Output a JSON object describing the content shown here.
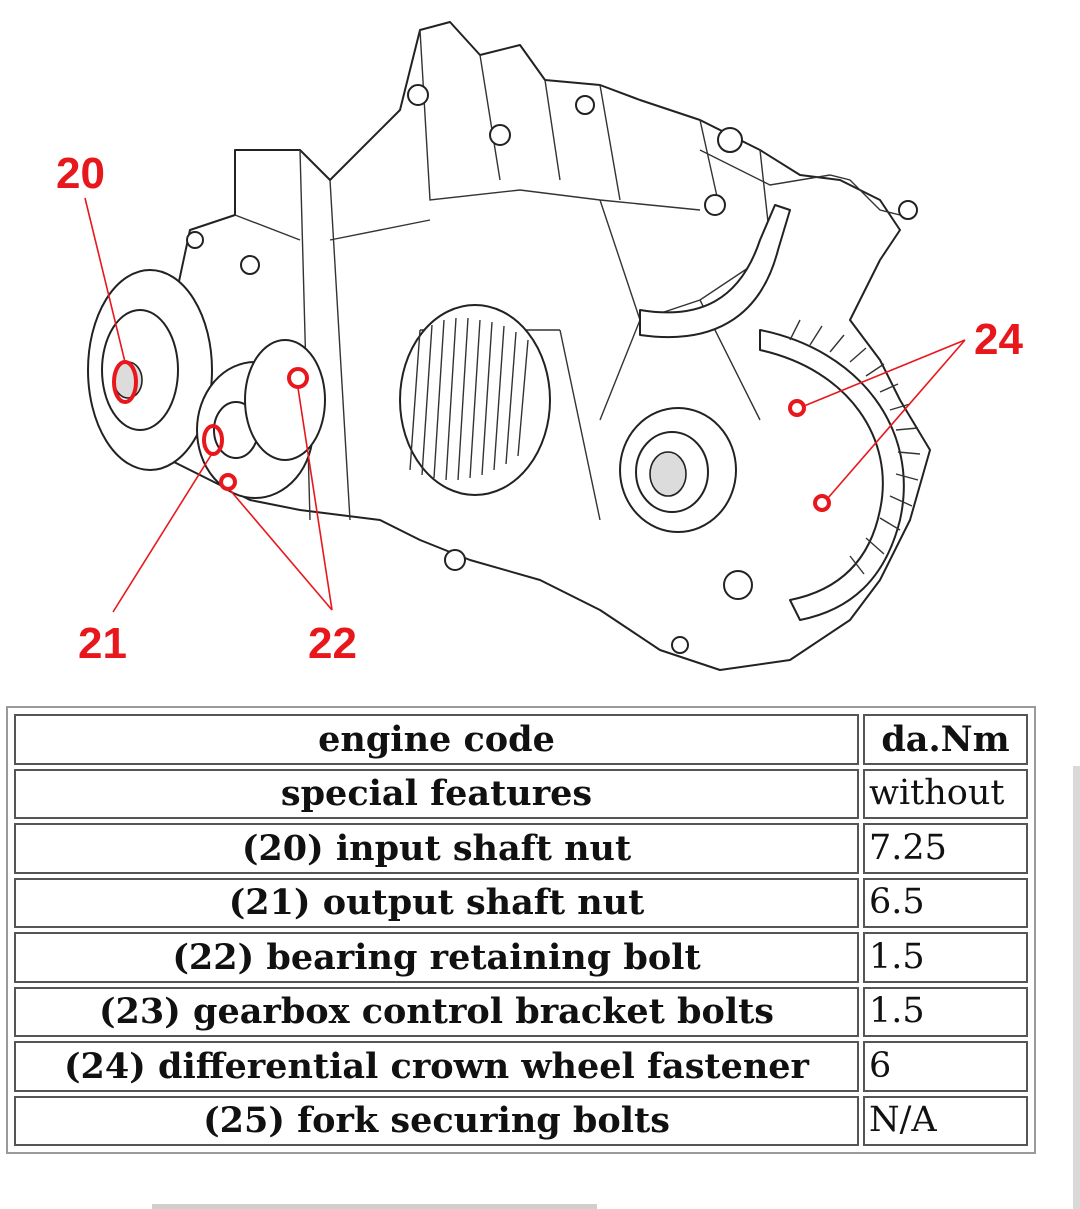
{
  "diagram": {
    "callouts": [
      "20",
      "21",
      "22",
      "24"
    ]
  },
  "table": {
    "header": {
      "label": "engine code",
      "value": "da.Nm"
    },
    "rows": [
      {
        "label": "special features",
        "value": "without"
      },
      {
        "label": "(20) input shaft nut",
        "value": "7.25"
      },
      {
        "label": "(21) output shaft nut",
        "value": "6.5"
      },
      {
        "label": "(22) bearing retaining bolt",
        "value": "1.5"
      },
      {
        "label": "(23) gearbox control bracket bolts",
        "value": "1.5"
      },
      {
        "label": "(24) differential crown wheel fastener",
        "value": "6"
      },
      {
        "label": "(25) fork securing bolts",
        "value": "N/A"
      }
    ]
  },
  "colors": {
    "callout": "#e8171c",
    "table_border": "#555555"
  }
}
